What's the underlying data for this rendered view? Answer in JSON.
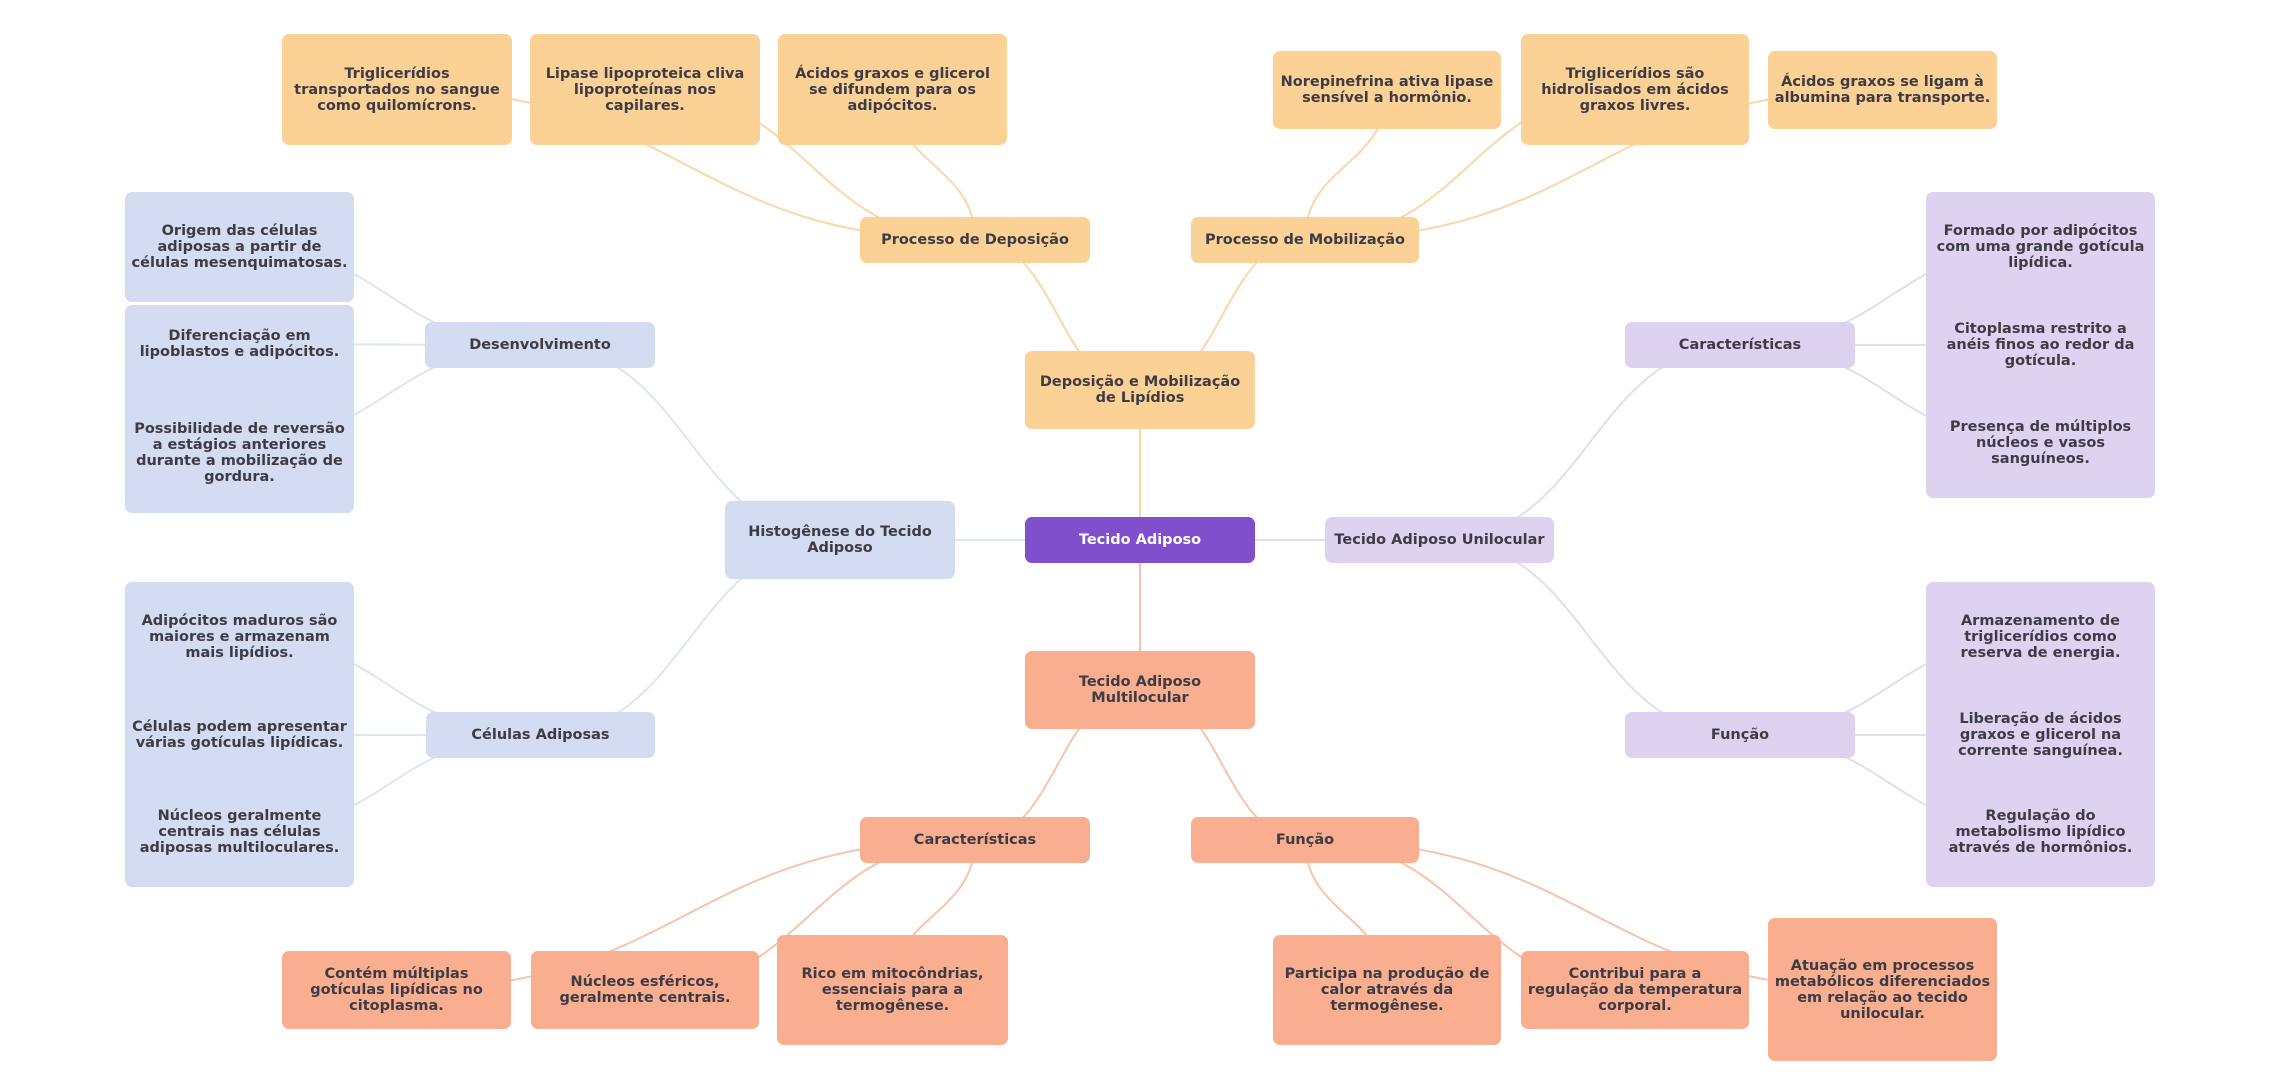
{
  "title": "Tecido Adiposo",
  "colors": {
    "root": "#7f4fcc",
    "deposicao": "#fcd196",
    "histogenese": "#d4dcf1",
    "unilocular": "#ddd3f1",
    "multilocular": "#f9ae8f",
    "edge_deposicao": "#fcd6a8",
    "edge_histogenese": "#dde5f3",
    "edge_unilocular": "#e3dcf3",
    "edge_multilocular": "#f9c3ab"
  },
  "nodes": {
    "root": "Tecido Adiposo",
    "deposicao": "Deposição e Mobilização de Lipídios",
    "proc_deposicao": "Processo de Deposição",
    "proc_mobilizacao": "Processo de Mobilização",
    "dep_1": "Triglicerídios transportados no sangue como quilomícrons.",
    "dep_2": "Lipase lipoproteica cliva lipoproteínas nos capilares.",
    "dep_3": "Ácidos graxos e glicerol se difundem para os adipócitos.",
    "mob_1": "Norepinefrina ativa lipase sensível a hormônio.",
    "mob_2": "Triglicerídios são hidrolisados em ácidos graxos livres.",
    "mob_3": "Ácidos graxos se ligam à albumina para transporte.",
    "histogenese": "Histogênese do Tecido Adiposo",
    "desenvolvimento": "Desenvolvimento",
    "celulas_adiposas": "Células Adiposas",
    "des_1": "Origem das células adiposas a partir de células mesenquimatosas.",
    "des_2": "Diferenciação em lipoblastos e adipócitos.",
    "des_3": "Possibilidade de reversão a estágios anteriores durante a mobilização de gordura.",
    "cel_1": "Adipócitos maduros são maiores e armazenam mais lipídios.",
    "cel_2": "Células podem apresentar várias gotículas lipídicas.",
    "cel_3": "Núcleos geralmente centrais nas células adiposas multiloculares.",
    "unilocular": "Tecido Adiposo Unilocular",
    "uni_caract": "Características",
    "uni_funcao": "Função",
    "uc_1": "Formado por adipócitos com uma grande gotícula lipídica.",
    "uc_2": "Citoplasma restrito a anéis finos ao redor da gotícula.",
    "uc_3": "Presença de múltiplos núcleos e vasos sanguíneos.",
    "uf_1": "Armazenamento de triglicerídios como reserva de energia.",
    "uf_2": "Liberação de ácidos graxos e glicerol na corrente sanguínea.",
    "uf_3": "Regulação do metabolismo lipídico através de hormônios.",
    "multilocular": "Tecido Adiposo Multilocular",
    "mul_caract": "Características",
    "mul_funcao": "Função",
    "mc_1": "Contém múltiplas gotículas lipídicas no citoplasma.",
    "mc_2": "Núcleos esféricos, geralmente centrais.",
    "mc_3": "Rico em mitocôndrias, essenciais para a termogênese.",
    "mf_1": "Participa na produção de calor através da termogênese.",
    "mf_2": "Contribui para a regulação da temperatura corporal.",
    "mf_3": "Atuação em processos metabólicos diferenciados em relação ao tecido unilocular."
  },
  "edges": [
    [
      "root",
      "deposicao",
      "edge_deposicao"
    ],
    [
      "deposicao",
      "proc_deposicao",
      "edge_deposicao"
    ],
    [
      "deposicao",
      "proc_mobilizacao",
      "edge_deposicao"
    ],
    [
      "proc_deposicao",
      "dep_1",
      "edge_deposicao"
    ],
    [
      "proc_deposicao",
      "dep_2",
      "edge_deposicao"
    ],
    [
      "proc_deposicao",
      "dep_3",
      "edge_deposicao"
    ],
    [
      "proc_mobilizacao",
      "mob_1",
      "edge_deposicao"
    ],
    [
      "proc_mobilizacao",
      "mob_2",
      "edge_deposicao"
    ],
    [
      "proc_mobilizacao",
      "mob_3",
      "edge_deposicao"
    ],
    [
      "root",
      "histogenese",
      "edge_histogenese"
    ],
    [
      "histogenese",
      "desenvolvimento",
      "edge_histogenese"
    ],
    [
      "histogenese",
      "celulas_adiposas",
      "edge_histogenese"
    ],
    [
      "desenvolvimento",
      "des_1",
      "edge_histogenese"
    ],
    [
      "desenvolvimento",
      "des_2",
      "edge_histogenese"
    ],
    [
      "desenvolvimento",
      "des_3",
      "edge_histogenese"
    ],
    [
      "celulas_adiposas",
      "cel_1",
      "edge_histogenese"
    ],
    [
      "celulas_adiposas",
      "cel_2",
      "edge_histogenese"
    ],
    [
      "celulas_adiposas",
      "cel_3",
      "edge_histogenese"
    ],
    [
      "root",
      "unilocular",
      "edge_unilocular"
    ],
    [
      "unilocular",
      "uni_caract",
      "edge_unilocular"
    ],
    [
      "unilocular",
      "uni_funcao",
      "edge_unilocular"
    ],
    [
      "uni_caract",
      "uc_1",
      "edge_unilocular"
    ],
    [
      "uni_caract",
      "uc_2",
      "edge_unilocular"
    ],
    [
      "uni_caract",
      "uc_3",
      "edge_unilocular"
    ],
    [
      "uni_funcao",
      "uf_1",
      "edge_unilocular"
    ],
    [
      "uni_funcao",
      "uf_2",
      "edge_unilocular"
    ],
    [
      "uni_funcao",
      "uf_3",
      "edge_unilocular"
    ],
    [
      "root",
      "multilocular",
      "edge_multilocular"
    ],
    [
      "multilocular",
      "mul_caract",
      "edge_multilocular"
    ],
    [
      "multilocular",
      "mul_funcao",
      "edge_multilocular"
    ],
    [
      "mul_caract",
      "mc_1",
      "edge_multilocular"
    ],
    [
      "mul_caract",
      "mc_2",
      "edge_multilocular"
    ],
    [
      "mul_caract",
      "mc_3",
      "edge_multilocular"
    ],
    [
      "mul_funcao",
      "mf_1",
      "edge_multilocular"
    ],
    [
      "mul_funcao",
      "mf_2",
      "edge_multilocular"
    ],
    [
      "mul_funcao",
      "mf_3",
      "edge_multilocular"
    ]
  ]
}
